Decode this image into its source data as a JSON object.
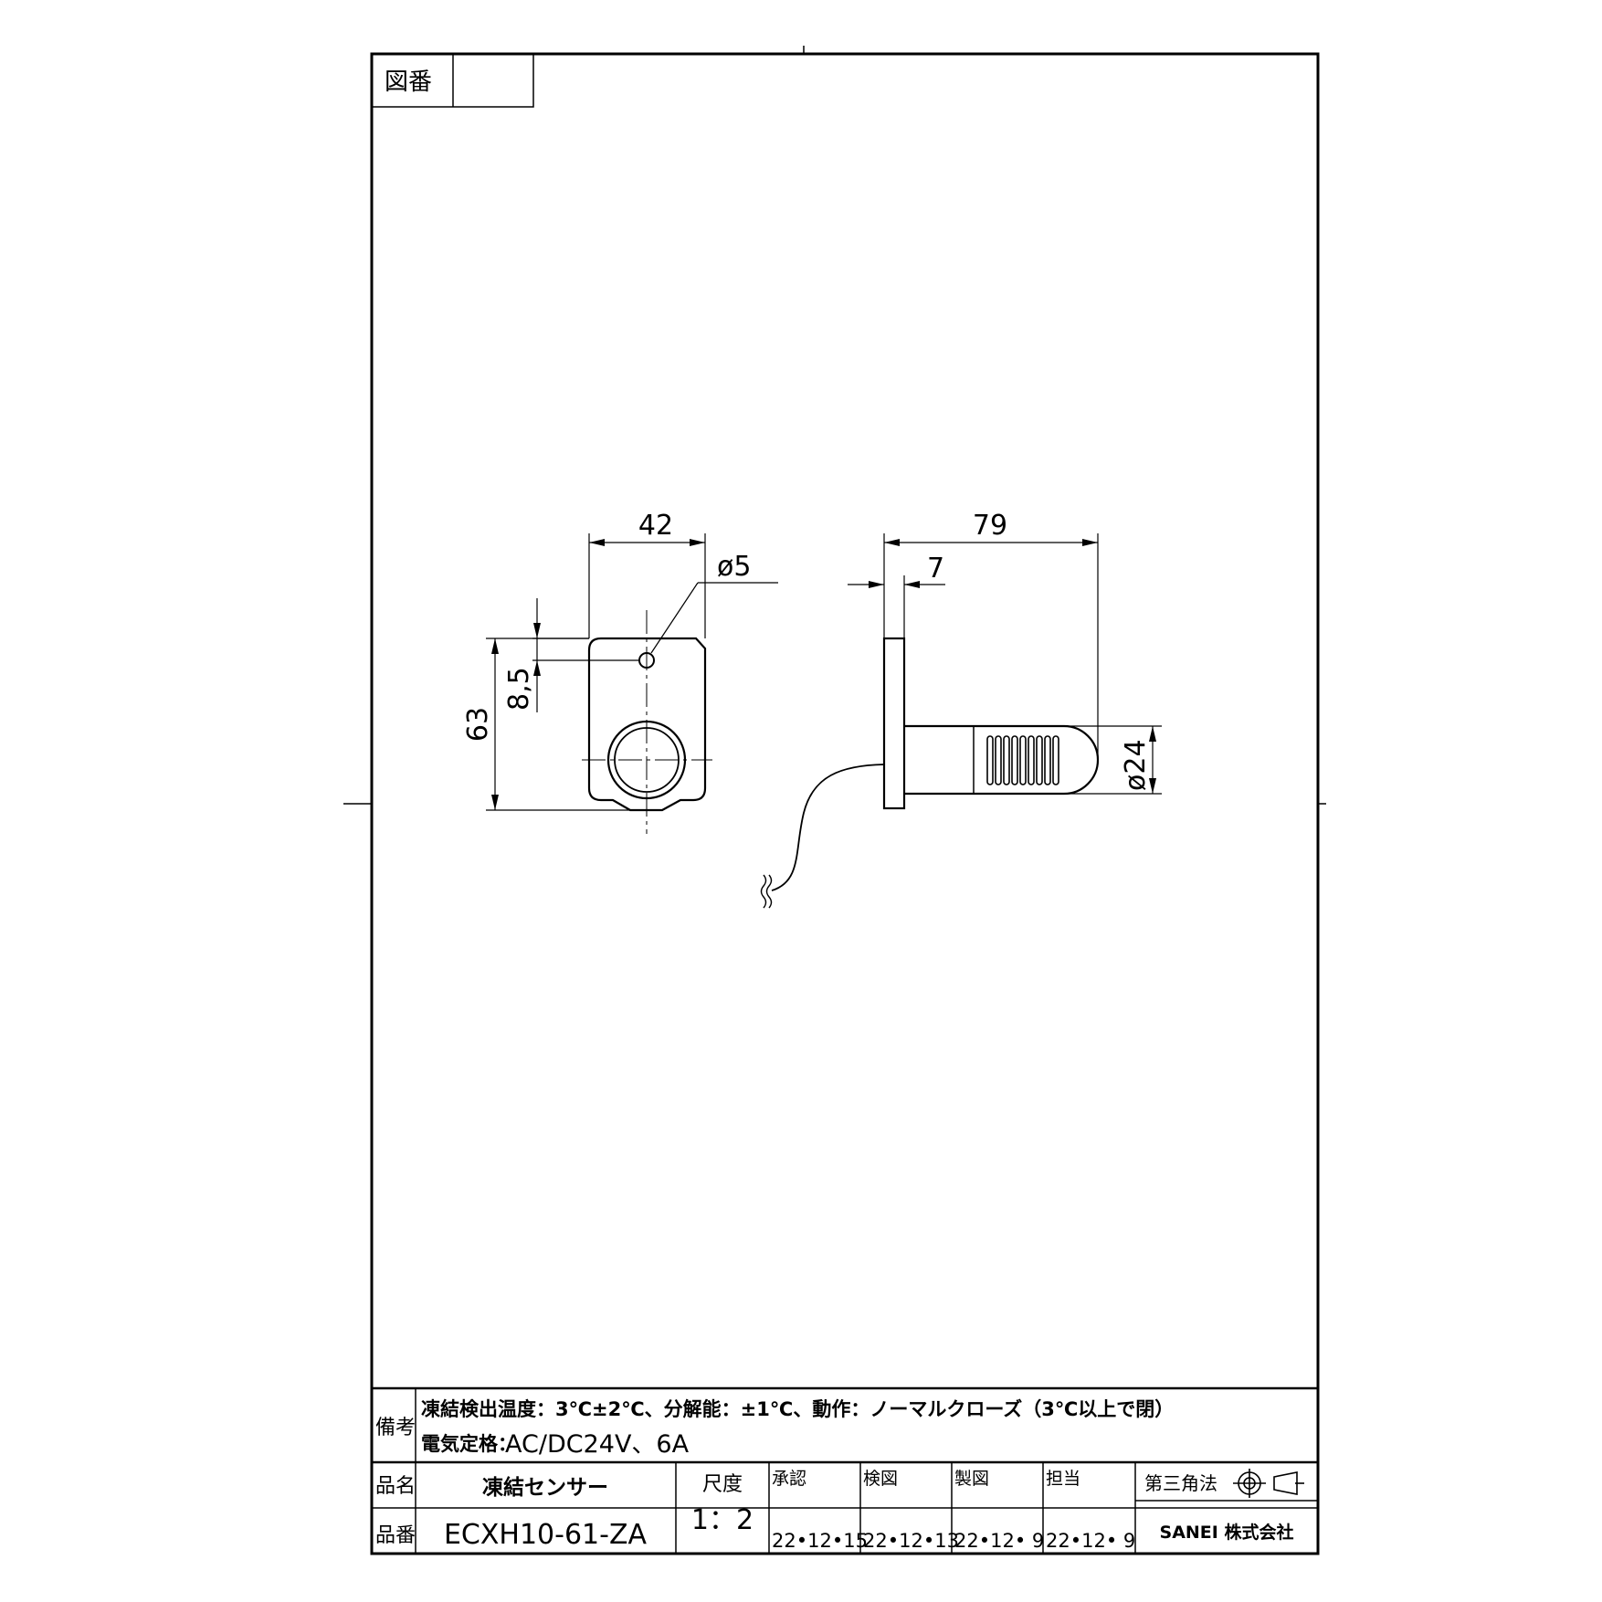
{
  "drawing_number": {
    "label": "図番",
    "value": ""
  },
  "dimensions": {
    "width": "42",
    "hole_diameter": "ø5",
    "hole_offset": "8,5",
    "height": "63",
    "length": "79",
    "flange": "7",
    "probe_diameter": "ø24"
  },
  "remarks": {
    "label": "備考",
    "line1": "凍結検出温度：3℃±2℃、分解能：±1℃、動作：ノーマルクローズ（3℃以上で閉）",
    "line2_label": "電気定格：",
    "line2_value": "AC/DC24V、6A"
  },
  "title_block": {
    "name_label": "品名",
    "name_value": "凍結センサー",
    "number_label": "品番",
    "number_value": "ECXH10-61-ZA",
    "scale_label": "尺度",
    "scale_value": "1：2",
    "approved_label": "承認",
    "approved_date": "22•12•15",
    "checked_label": "検図",
    "checked_date": "22•12•13",
    "drawn_label": "製図",
    "drawn_date": "22•12• 9",
    "charge_label": "担当",
    "charge_date": "22•12• 9",
    "projection_label": "第三角法",
    "company": "SANEI 株式会社"
  }
}
